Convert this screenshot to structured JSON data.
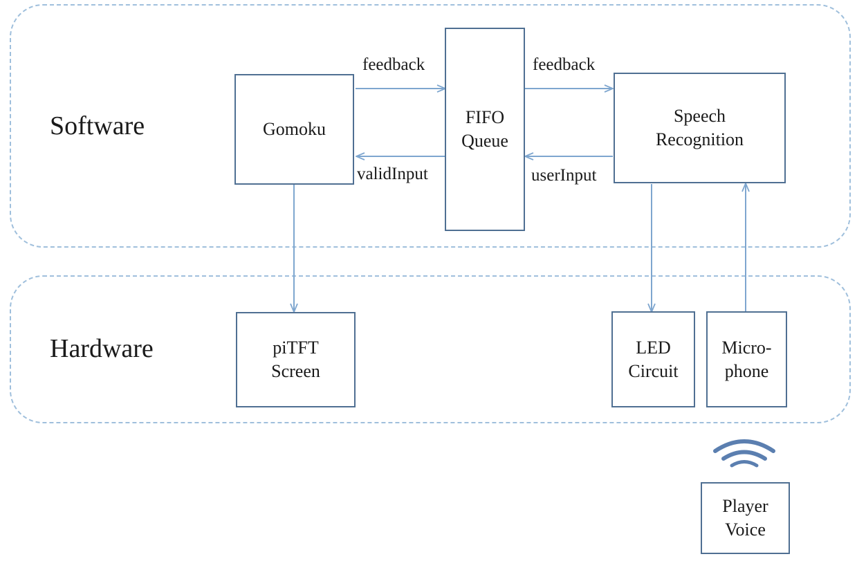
{
  "regions": {
    "software": "Software",
    "hardware": "Hardware"
  },
  "nodes": {
    "gomoku": "Gomoku",
    "fifo": "FIFO\nQueue",
    "speech": "Speech\nRecognition",
    "pitft": "piTFT\nScreen",
    "led": "LED\nCircuit",
    "microphone": "Micro-\nphone",
    "player": "Player\nVoice"
  },
  "edges": {
    "gomoku_to_fifo": "feedback",
    "fifo_to_speech": "feedback",
    "fifo_to_gomoku": "validInput",
    "speech_to_fifo": "userInput"
  },
  "colors": {
    "arrow": "#7ea6cf",
    "box_border": "#4f6f92",
    "region_border": "#9fbfdc",
    "voice_icon": "#5b7fb0"
  },
  "icons": {
    "voice": "sound-waves-icon"
  }
}
